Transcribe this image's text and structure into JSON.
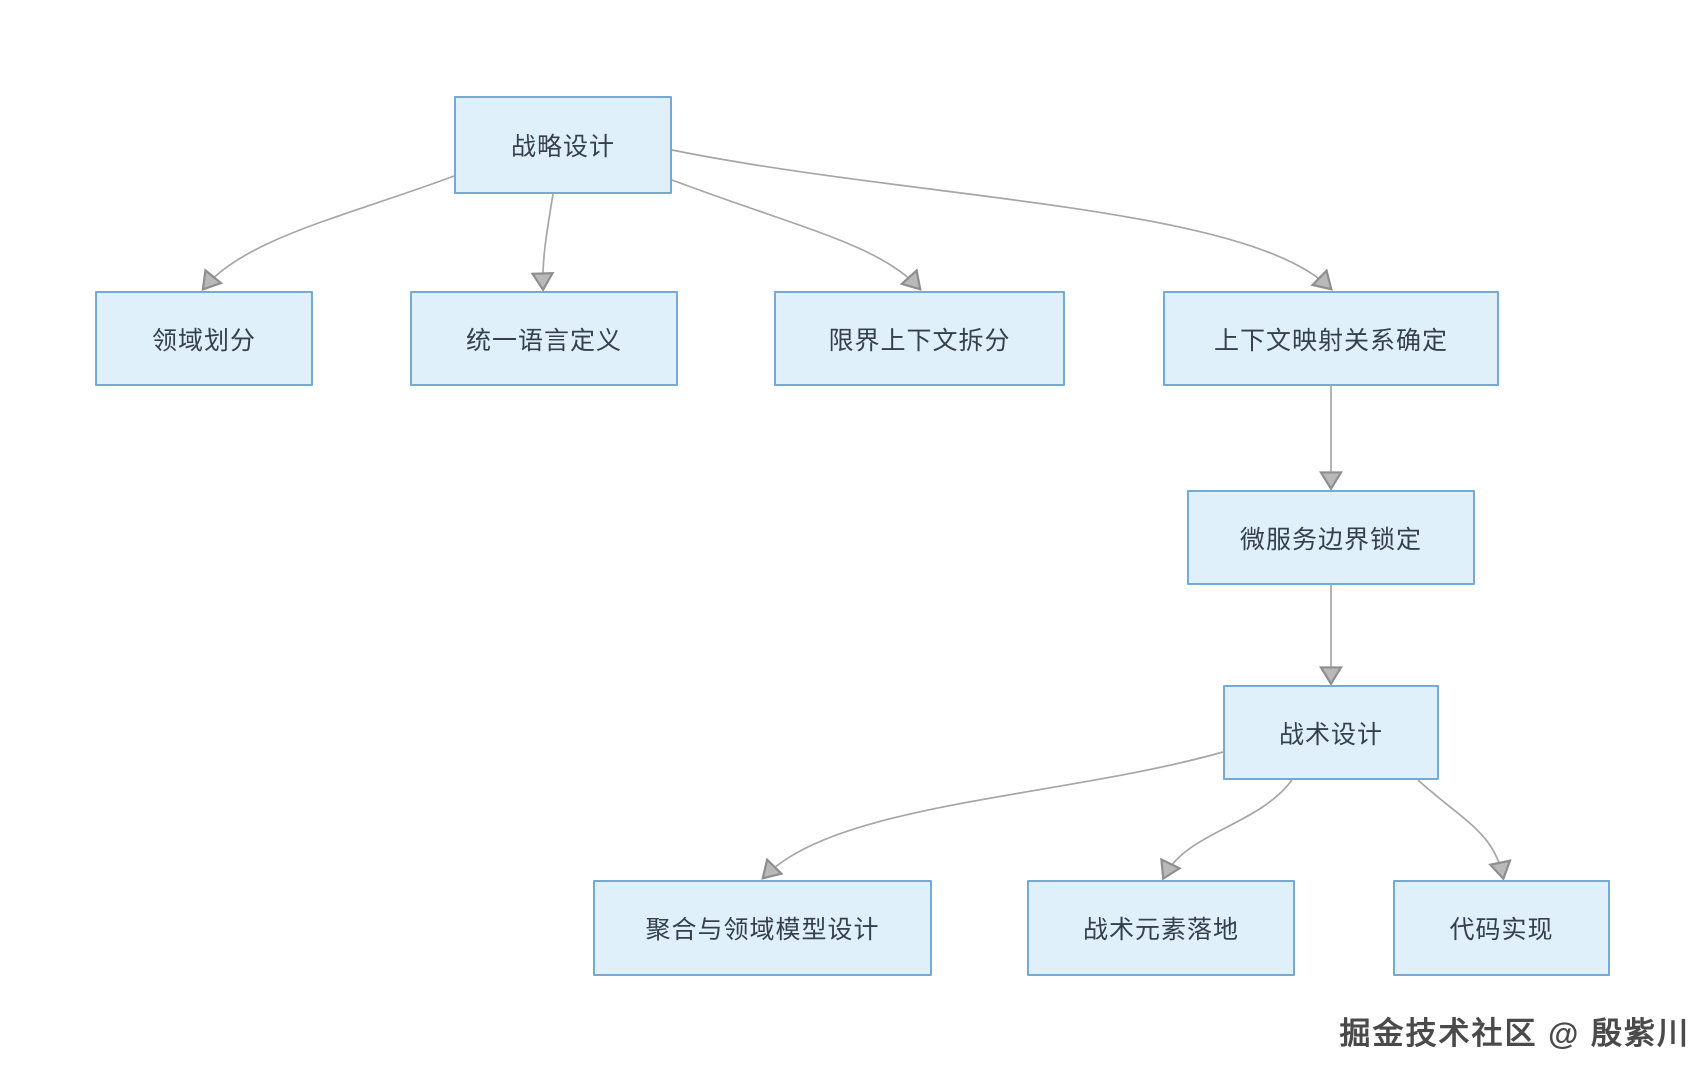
{
  "nodes": {
    "strategic_design": "战略设计",
    "domain_partition": "领域划分",
    "ubiquitous_language": "统一语言定义",
    "bounded_context_split": "限界上下文拆分",
    "context_mapping": "上下文映射关系确定",
    "microservice_boundary": "微服务边界锁定",
    "tactical_design": "战术设计",
    "aggregate_domain_model": "聚合与领域模型设计",
    "tactical_elements": "战术元素落地",
    "code_implementation": "代码实现"
  },
  "edges": [
    {
      "from": "strategic_design",
      "to": "domain_partition"
    },
    {
      "from": "strategic_design",
      "to": "ubiquitous_language"
    },
    {
      "from": "strategic_design",
      "to": "bounded_context_split"
    },
    {
      "from": "strategic_design",
      "to": "context_mapping"
    },
    {
      "from": "context_mapping",
      "to": "microservice_boundary"
    },
    {
      "from": "microservice_boundary",
      "to": "tactical_design"
    },
    {
      "from": "tactical_design",
      "to": "aggregate_domain_model"
    },
    {
      "from": "tactical_design",
      "to": "tactical_elements"
    },
    {
      "from": "tactical_design",
      "to": "code_implementation"
    }
  ],
  "watermark": "掘金技术社区 @ 殷紫川",
  "colors": {
    "background": "#ffffff",
    "node_fill": "#e0f0fa",
    "node_border": "#76a9d4",
    "node_text": "#36404a",
    "edge_line": "#a6a6a6",
    "arrowhead_fill": "#b9b9b9",
    "arrowhead_border": "#8e8e8e",
    "watermark_text": "#4a4a4a"
  }
}
